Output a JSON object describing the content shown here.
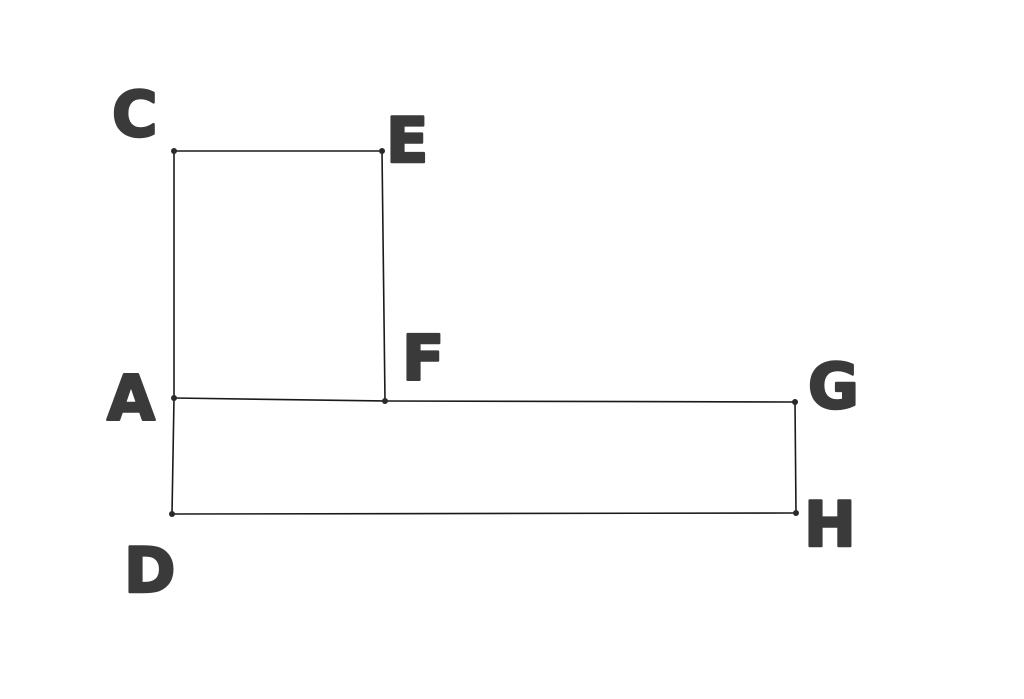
{
  "diagram": {
    "points": [
      {
        "id": "A",
        "label": "A"
      },
      {
        "id": "C",
        "label": "C"
      },
      {
        "id": "D",
        "label": "D"
      },
      {
        "id": "E",
        "label": "E"
      },
      {
        "id": "F",
        "label": "F"
      },
      {
        "id": "G",
        "label": "G"
      },
      {
        "id": "H",
        "label": "H"
      }
    ],
    "segments": [
      [
        "C",
        "E"
      ],
      [
        "E",
        "F"
      ],
      [
        "C",
        "A"
      ],
      [
        "A",
        "F"
      ],
      [
        "F",
        "G"
      ],
      [
        "A",
        "D"
      ],
      [
        "D",
        "H"
      ],
      [
        "G",
        "H"
      ]
    ],
    "colors": {
      "line": "#1a1a1a",
      "label": "#3a3a3a",
      "background": "#ffffff"
    }
  }
}
